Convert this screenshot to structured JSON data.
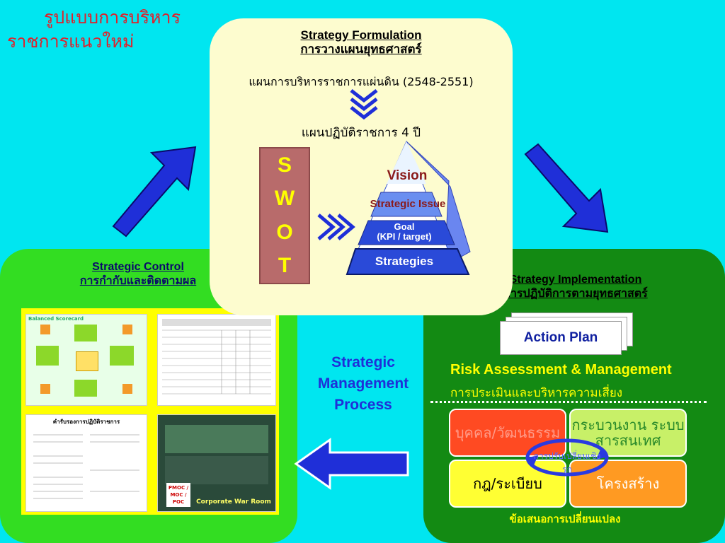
{
  "title": {
    "line1": "รูปแบบการบริหาร",
    "line2": "ราชการแนวใหม่"
  },
  "formulation": {
    "title_en": "Strategy Formulation",
    "title_th": "การวางแผนยุทธศาสตร์",
    "plan_text": "แผนการบริหารราชการแผ่นดิน (2548-2551)",
    "action_plan_text": "แผนปฏิบัติราชการ 4 ปี",
    "swot": [
      "S",
      "W",
      "O",
      "T"
    ],
    "pyramid": {
      "vision": "Vision",
      "issue": "Strategic Issue",
      "goal_line1": "Goal",
      "goal_line2": "(KPI / target)",
      "strategies": "Strategies"
    }
  },
  "control": {
    "title_en": "Strategic Control",
    "title_th": "การกำกับและติดตามผล",
    "war_room_label": "Corporate War Room",
    "war_room_tag": "PMOC / MOC / POC",
    "bsc_label": "Balanced Scorecard",
    "form_title": "คำรับรองการปฏิบัติราชการ"
  },
  "implementation": {
    "title_en": "Strategy Implementation",
    "title_th": "การปฏิบัติการตามยุทธศาสตร์",
    "action_plan": "Action Plan",
    "risk_en": "Risk Assessment & Management",
    "risk_th": "การประเมินและบริหารความเสี่ยง",
    "cells": {
      "people": "บุคคล/วัฒนธรรม",
      "process": "กระบวนงาน ระบบสารสนเทศ",
      "center": "การปรับเปลี่ยนเชิงรุก",
      "rules": "กฎ/ระเบียบ",
      "structure": "โครงสร้าง"
    },
    "footer": "ข้อเสนอการเปลี่ยนแปลง"
  },
  "center_label": {
    "line1": "Strategic",
    "line2": "Management",
    "line3": "Process"
  },
  "colors": {
    "accent_blue": "#1f2fd8",
    "pyramid_blue": "#3b5ad8",
    "title_red": "#e0202a"
  }
}
